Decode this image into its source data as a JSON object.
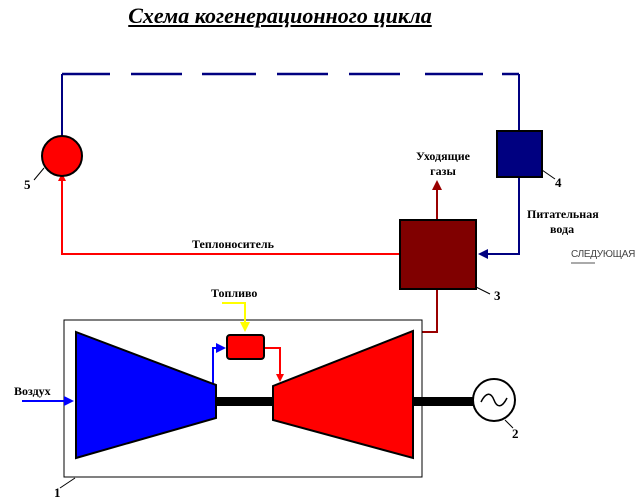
{
  "title": "Схема когенерационного цикла",
  "labels": {
    "exhaust_gases_line1": "Уходящие",
    "exhaust_gases_line2": "газы",
    "feed_water_line1": "Питательная",
    "feed_water_line2": "вода",
    "heat_carrier": "Теплоноситель",
    "fuel": "Топливо",
    "air": "Воздух"
  },
  "component_numbers": {
    "gas_turbine_unit": "1",
    "generator": "2",
    "heat_recovery_boiler": "3",
    "feed_pump": "4",
    "heat_consumer": "5"
  },
  "generator_symbol": "~",
  "navigation": {
    "next_label": "СЛЕДУЮЩАЯ"
  },
  "colors": {
    "compressor": "#0000ff",
    "turbine": "#ff0000",
    "combustor": "#ff0000",
    "heat_recovery_boiler": "#800000",
    "feed_pump": "#000080",
    "heat_consumer": "#ff0000",
    "fuel_line": "#ffff00",
    "return_line": "#000080",
    "heat_line": "#ff0000",
    "exhaust_line": "#990000"
  }
}
